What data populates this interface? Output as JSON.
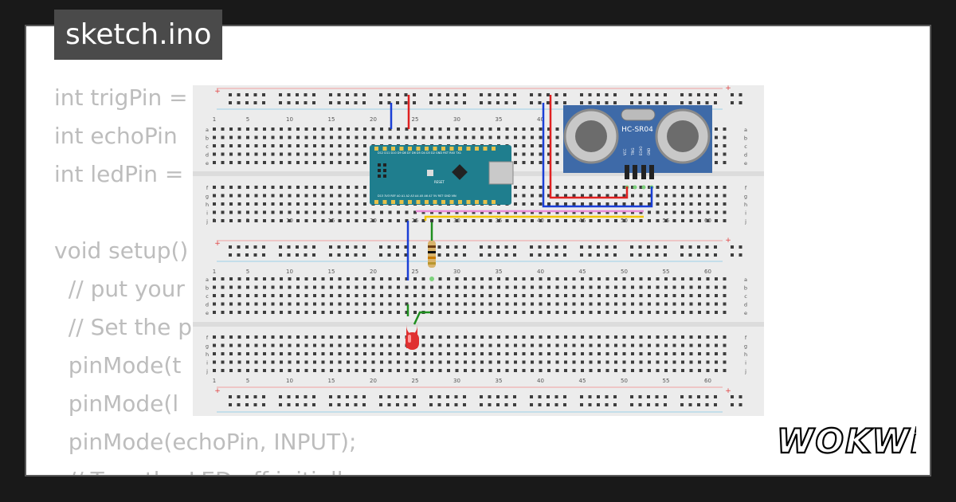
{
  "filename": "sketch.ino",
  "code_lines": [
    "int trigPin = ",
    "int echoPin",
    "int ledPin = ",
    "",
    "void setup()",
    "  // put your",
    "  // Set the p",
    "  pinMode(t",
    "  pinMode(l",
    "  pinMode(echoPin, INPUT);",
    "  // Turn the LED off initially"
  ],
  "breadboard": {
    "column_numbers": [
      "1",
      "5",
      "10",
      "15",
      "20",
      "25",
      "30",
      "35",
      "40",
      "45",
      "50",
      "55",
      "60"
    ],
    "row_letters_top": [
      "a",
      "b",
      "c",
      "d",
      "e"
    ],
    "row_letters_bottom": [
      "f",
      "g",
      "h",
      "i",
      "j"
    ],
    "rail_plus": "+",
    "rail_minus": "-"
  },
  "sensor": {
    "label": "HC-SR04",
    "pins": [
      "VCC",
      "TRIG",
      "ECHO",
      "GND"
    ]
  },
  "arduino": {
    "reset_label": "RESET",
    "pin_labels_top": "D12 D11 D10 D9 D8 D7 D6 D5 D4 D3 D2 GND RST RX0 TX1",
    "pin_labels_bottom": "D13 3V3 REF A0 A1 A2 A3 A4 A5 A6 A7 5V RST GND VIN"
  },
  "brand": "WOKWi",
  "colors": {
    "page_bg": "#191919",
    "arduino": "#1f7e8e",
    "sensor": "#3e6aa8",
    "wire_red": "#e02020",
    "wire_blue": "#1a3fd6",
    "wire_pink": "#e88cd8",
    "wire_yellow": "#f2c500",
    "wire_green": "#1f8f1f",
    "led": "#e03030"
  }
}
